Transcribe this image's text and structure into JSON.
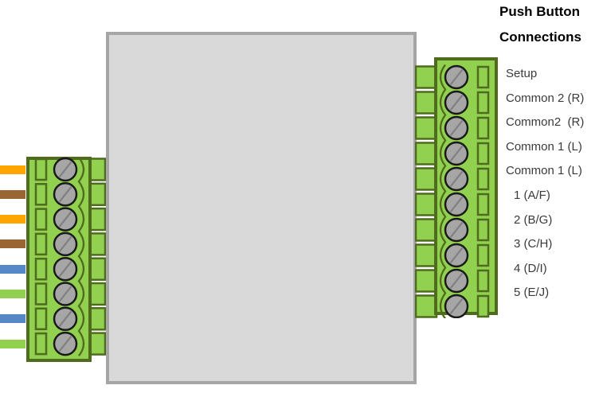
{
  "title": {
    "line1": "Push Button",
    "line2": "Connections"
  },
  "right_connector": {
    "screw_count": 10,
    "labels": [
      "Setup",
      "Common 2 (R)",
      "Common2  (R)",
      "Common 1 (L)",
      "Common 1 (L)",
      "1 (A/F)",
      "2 (B/G)",
      "3 (C/H)",
      "4 (D/I)",
      "5 (E/J)"
    ]
  },
  "left_connector": {
    "screw_count": 8,
    "wire_colors": [
      "#FFA500",
      "#996633",
      "#FFA500",
      "#996633",
      "#5488C7",
      "#92D050",
      "#5488C7",
      "#92D050"
    ]
  },
  "colors": {
    "block_fill": "#92D050",
    "block_border": "#4F6B1E",
    "screw_fill": "#A6A6A6",
    "screw_border": "#1A1A1A",
    "screw_slot_line": "#7F7F7F",
    "device_fill": "#D9D9D9",
    "device_border": "#A6A6A6",
    "text": "#3A3A3A"
  }
}
